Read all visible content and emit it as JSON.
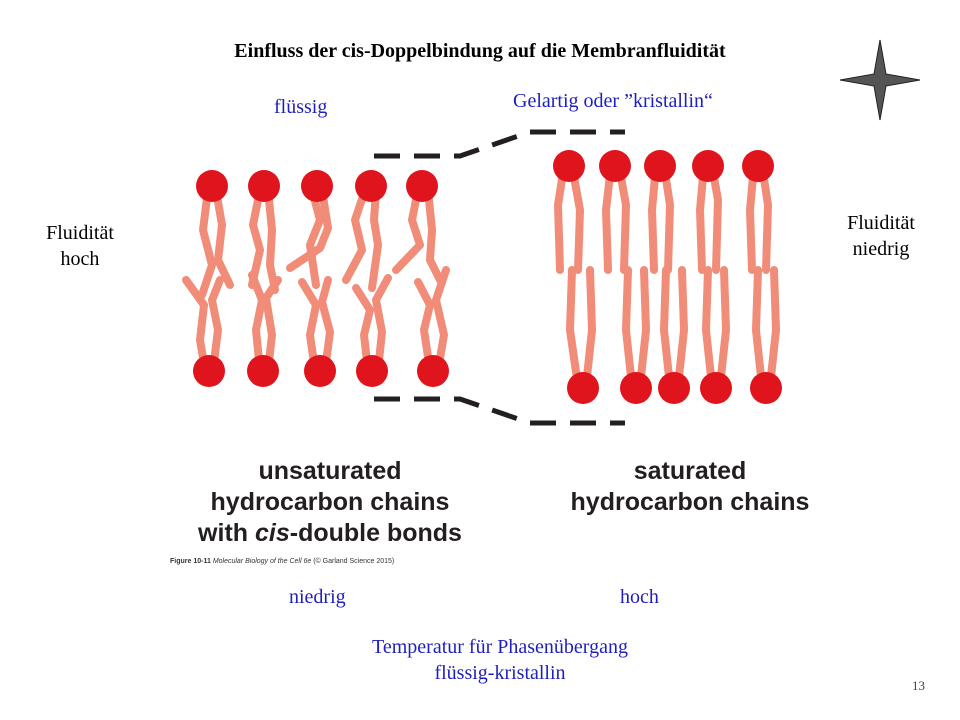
{
  "slide": {
    "title": "Einfluss der cis-Doppelbindung auf die Membranfluidität",
    "page_number": "13"
  },
  "labels": {
    "fluid": "flüssig",
    "gel": "Gelartig oder ”kristallin“",
    "fluidity_high_line1": "Fluidität",
    "fluidity_high_line2": "hoch",
    "fluidity_low_line1": "Fluidität",
    "fluidity_low_line2": "niedrig",
    "temp_low": "niedrig",
    "temp_high": "hoch",
    "transition_line1": "Temperatur für Phasenübergang",
    "transition_line2": "flüssig-kristallin"
  },
  "figure": {
    "left_caption_line1": "unsaturated",
    "left_caption_line2": "hydrocarbon chains",
    "left_caption_line3_pre": "with ",
    "left_caption_line3_em": "cis",
    "left_caption_line3_post": "-double bonds",
    "right_caption_line1": "saturated",
    "right_caption_line2": "hydrocarbon chains",
    "credit_figure": "Figure 10-11",
    "credit_book": "Molecular Biology of the Cell 6e",
    "credit_rest": "(© Garland Science 2015)"
  },
  "colors": {
    "head": "#e0141c",
    "tail": "#f08c78",
    "blue_text": "#1f1fbf",
    "star": "#555555"
  }
}
